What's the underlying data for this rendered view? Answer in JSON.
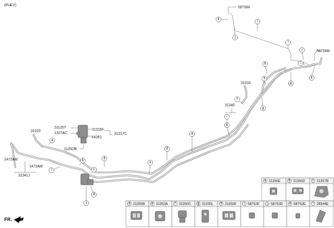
{
  "header": {
    "variant": "(PHEV)"
  },
  "footer": {
    "fr_label": "FR."
  },
  "part_labels": {
    "p58736K": "58736K",
    "p58739M": "58739M",
    "p31310_right": "31310",
    "p31340": "31340",
    "p31310_left": "31310",
    "p31125T": "31125T",
    "p1327AC": "1327AC",
    "p31315F": "31315F",
    "p31317C": "31317C",
    "p64351": "64351",
    "p1125DB": "1125DB",
    "p1472AM_a": "1472AM",
    "p1472AM_b": "1472AM",
    "p31341J": "31341J"
  },
  "callouts": [
    "a",
    "b",
    "c",
    "d",
    "e",
    "f",
    "g",
    "h",
    "i",
    "j",
    "k",
    "l"
  ],
  "legend": {
    "top_row": [
      {
        "letter": "a",
        "code": "31356E"
      },
      {
        "letter": "b",
        "code": "31356D"
      },
      {
        "letter": "c",
        "code": "31357B"
      }
    ],
    "bottom_row": [
      {
        "letter": "d",
        "code": "31355B"
      },
      {
        "letter": "e",
        "code": "31353A"
      },
      {
        "letter": "f",
        "code": "31356C"
      },
      {
        "letter": "g",
        "code": "31335L"
      },
      {
        "letter": "h",
        "code": "31355F"
      },
      {
        "letter": "i",
        "code": "58753F"
      },
      {
        "letter": "j",
        "code": "58753D"
      },
      {
        "letter": "k",
        "code": "58752E"
      },
      {
        "letter": "l",
        "code": "28944E"
      }
    ]
  },
  "colors": {
    "pipe": "#8a8a8a",
    "line": "#555555",
    "grid": "#777777"
  },
  "icons": [
    "fr-arrow-icon"
  ]
}
